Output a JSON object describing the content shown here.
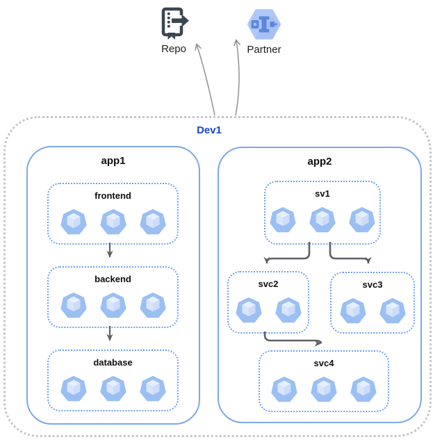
{
  "externals": [
    {
      "id": "repo",
      "label": "Repo",
      "icon": "source-repository-icon"
    },
    {
      "id": "partner",
      "label": "Partner",
      "icon": "partner-interconnect-icon"
    }
  ],
  "cluster": {
    "label": "Dev1",
    "apps": [
      {
        "label": "app1",
        "services": [
          {
            "label": "frontend",
            "pods": 3
          },
          {
            "label": "backend",
            "pods": 3
          },
          {
            "label": "database",
            "pods": 3
          }
        ]
      },
      {
        "label": "app2",
        "services": [
          {
            "label": "sv1",
            "pods": 3
          },
          {
            "label": "svc2",
            "pods": 2
          },
          {
            "label": "svc3",
            "pods": 2
          },
          {
            "label": "svc4",
            "pods": 3
          }
        ]
      }
    ],
    "edges": [
      {
        "from": "frontend",
        "to": "backend"
      },
      {
        "from": "backend",
        "to": "database"
      },
      {
        "from": "sv1",
        "to": "svc2"
      },
      {
        "from": "sv1",
        "to": "svc3"
      },
      {
        "from": "svc2",
        "to": "svc4"
      },
      {
        "from": "Dev1",
        "to": "Repo"
      },
      {
        "from": "Dev1",
        "to": "Partner"
      }
    ]
  },
  "colors": {
    "cluster_border": "#c6c6c6",
    "app_border": "#7da7ea",
    "service_border": "#6d9ef0",
    "cluster_label": "#1747c9",
    "pod_fill": "#9abff3",
    "arrow": "#5d6064",
    "external_arrow": "#8a8a8a",
    "repo_icon": "#3a4752",
    "partner_hexagon": "#afc7f6",
    "partner_detail": "#5c86df",
    "text": "#111111"
  }
}
